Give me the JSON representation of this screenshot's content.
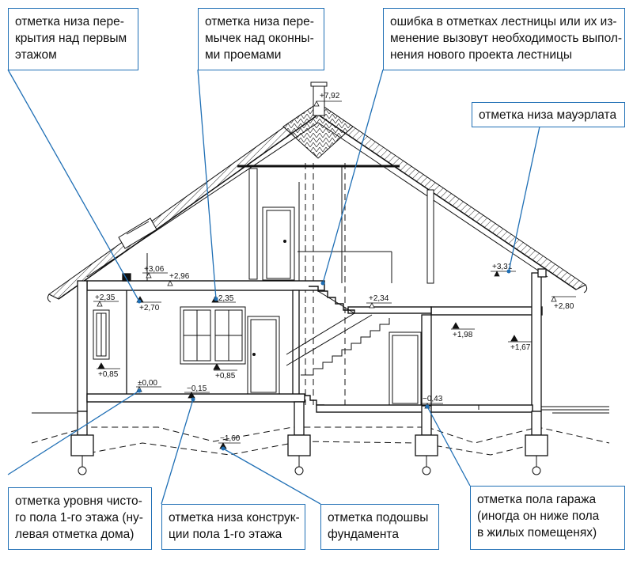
{
  "callouts": {
    "floor1_ceiling": [
      "отметка низа пере-",
      "крытия над первым",
      "этажом"
    ],
    "lintels": [
      "отметка низа пере-",
      "мычек над оконны-",
      "ми проемами"
    ],
    "stairs": [
      "ошибка в отметках лестницы или их из-",
      "менение вызовут необходимость выпол-",
      "нения нового проекта лестницы"
    ],
    "mauerlat": [
      "отметка низа мауэрлата"
    ],
    "clean_floor": [
      "отметка уровня чисто-",
      "го пола 1-го этажа (ну-",
      "левая отметка дома)"
    ],
    "floor_structure": [
      "отметка низа конструк-",
      "ции пола 1-го этажа"
    ],
    "footing": [
      "отметка подошвы",
      "фундамента"
    ],
    "garage_floor": [
      "отметка пола гаража",
      "(иногда он ниже пола",
      "в жилых помещенях)"
    ]
  },
  "elevations": {
    "ridge": "+7,92",
    "attic_3_06": "+3,06",
    "attic_2_96": "+2,96",
    "mauerlat_3_31": "+3,31",
    "left_2_35": "+2,35",
    "ceiling_2_70": "+2,70",
    "lintel_2_35": "+2,35",
    "stair_2_34": "+2,34",
    "eave_2_80": "+2,80",
    "garage_1_98": "+1,98",
    "garage_1_67": "+1,67",
    "sill_left": "+0,85",
    "sill_mid": "+0,85",
    "zero": "±0,00",
    "floor_minus": "−0,15",
    "garage_minus": "−0,43",
    "footing_minus": "−1,60"
  },
  "colors": {
    "leader": "#1f6fb5",
    "drawing": "#111111",
    "roof_hatch": "#333333"
  }
}
